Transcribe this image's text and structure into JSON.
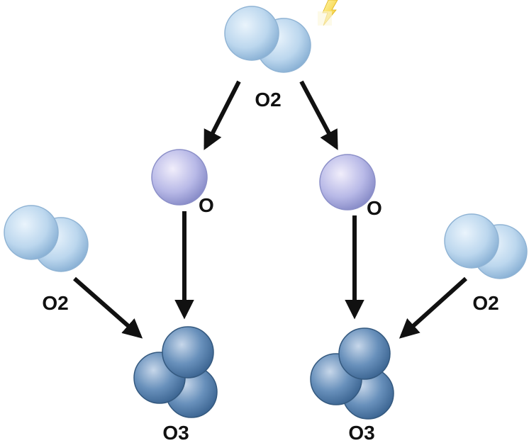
{
  "molecules": {
    "top_o2": {
      "label": "O2"
    },
    "left_o": {
      "label": "O"
    },
    "right_o": {
      "label": "O"
    },
    "left_o2": {
      "label": "O2"
    },
    "right_o2": {
      "label": "O2"
    },
    "left_o3": {
      "label": "O3"
    },
    "right_o3": {
      "label": "O3"
    }
  },
  "colors": {
    "o2_atom": "#b7d3ea",
    "o_atom": "#b7b9e6",
    "o3_atom": "#5b83ab",
    "arrow": "#111111",
    "energy_bolt": "#f4d23a"
  },
  "icons": {
    "energy": "lightning-bolt-icon"
  }
}
